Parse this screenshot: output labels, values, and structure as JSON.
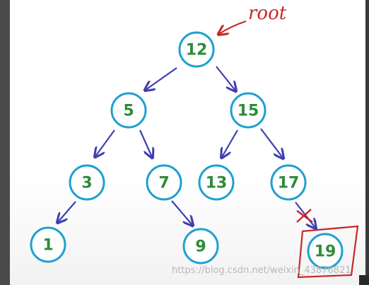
{
  "root_label": "root",
  "watermark": "https://blog.csdn.net/weixin_43876821",
  "nodes": [
    {
      "id": "n12",
      "label": "12"
    },
    {
      "id": "n5",
      "label": "5"
    },
    {
      "id": "n15",
      "label": "15"
    },
    {
      "id": "n3",
      "label": "3"
    },
    {
      "id": "n7",
      "label": "7"
    },
    {
      "id": "n13",
      "label": "13"
    },
    {
      "id": "n17",
      "label": "17"
    },
    {
      "id": "n1",
      "label": "1"
    },
    {
      "id": "n9",
      "label": "9"
    },
    {
      "id": "n19",
      "label": "19"
    }
  ],
  "edges": [
    {
      "from": "12",
      "to": "5"
    },
    {
      "from": "12",
      "to": "15"
    },
    {
      "from": "5",
      "to": "3"
    },
    {
      "from": "5",
      "to": "7"
    },
    {
      "from": "15",
      "to": "13"
    },
    {
      "from": "15",
      "to": "17"
    },
    {
      "from": "3",
      "to": "1"
    },
    {
      "from": "7",
      "to": "9"
    },
    {
      "from": "17",
      "to": "19"
    }
  ],
  "colors": {
    "node_border": "#1ea0d0",
    "node_text": "#2e8b3a",
    "edge": "#3f3fb0",
    "annotation": "#c62828"
  }
}
